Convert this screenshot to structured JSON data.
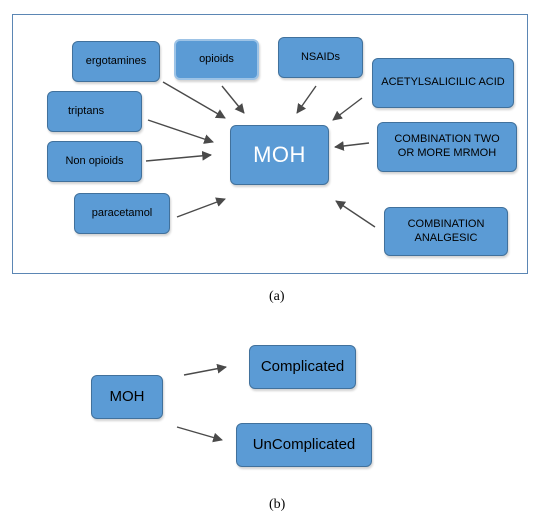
{
  "panel_a": {
    "hub": "MOH",
    "sources": {
      "ergotamines": "ergotamines",
      "opioids": "opioids",
      "nsaids": "NSAIDs",
      "acetylsalicilic": "ACETYLSALICILIC ACID",
      "triptans": "triptans",
      "non_opioids": "Non opioids",
      "combination_two_line1": "COMBINATION TWO",
      "combination_two_line2": "OR MORE MRMOH",
      "paracetamol": "paracetamol",
      "combination_analgesic_line1": "COMBINATION",
      "combination_analgesic_line2": "ANALGESIC"
    },
    "caption": "(a)"
  },
  "panel_b": {
    "source": "MOH",
    "targets": {
      "complicated": "Complicated",
      "uncomplicated": "UnComplicated"
    },
    "caption": "(b)"
  }
}
